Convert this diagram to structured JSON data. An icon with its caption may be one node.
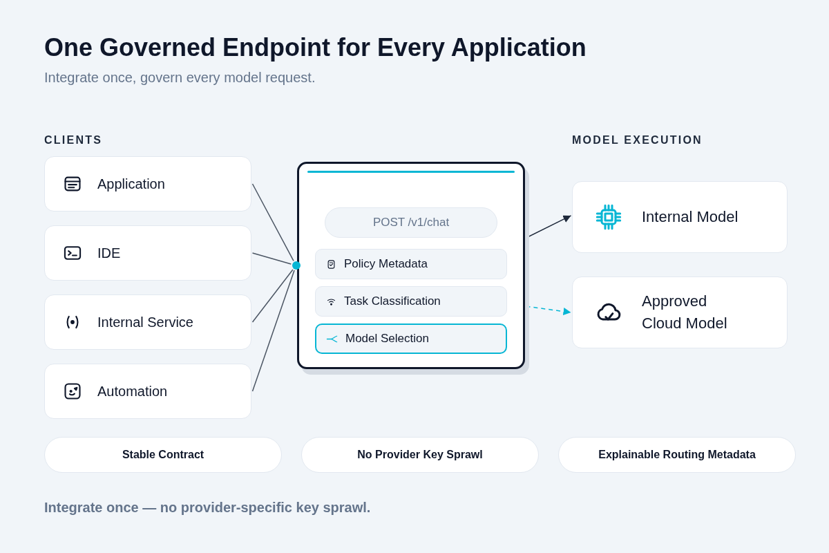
{
  "diagram": {
    "title": "One Governed Endpoint for Every Application",
    "caption": "Integrate once — no provider-specific key sprawl.",
    "nodes": [
      {
        "text": [
          "Application"
        ]
      },
      {
        "text": [
          "IDE"
        ]
      },
      {
        "text": [
          "Internal Service"
        ]
      },
      {
        "text": [
          "Automation"
        ]
      },
      {
        "text": [],
        "shape": "box"
      },
      {
        "text": [
          "POST /v1/chat"
        ],
        "in": 4
      },
      {
        "text": [
          "Policy Metadata"
        ],
        "in": 4
      },
      {
        "text": [
          "Task Classification"
        ],
        "in": 4
      },
      {
        "text": [
          "Model Selection"
        ],
        "in": 4
      },
      {
        "text": [
          "Internal Model"
        ]
      },
      {
        "text": [
          "Approved Cloud Model"
        ]
      },
      {
        "text": [
          "Stable Contract"
        ]
      },
      {
        "text": [
          "No Provider Key Sprawl"
        ]
      },
      {
        "text": [
          "Explainable Routing Metadata"
        ]
      }
    ],
    "edges": [
      {
        "from": 0,
        "to": 4,
        "arrow": "none"
      },
      {
        "from": 1,
        "to": 4,
        "arrow": "none"
      },
      {
        "from": 2,
        "to": 4,
        "arrow": "none"
      },
      {
        "from": 3,
        "to": 4,
        "arrow": "none"
      },
      {
        "from": 4,
        "to": 9,
        "arrow": "to",
        "color": "#1e293b"
      },
      {
        "from": 4,
        "to": 10,
        "arrow": "to",
        "style": "dashed",
        "color": "#06b6d4"
      }
    ],
    "labels": [
      "Integrate once, govern every model request.",
      "CLIENTS",
      "MODEL EXECUTION"
    ]
  }
}
